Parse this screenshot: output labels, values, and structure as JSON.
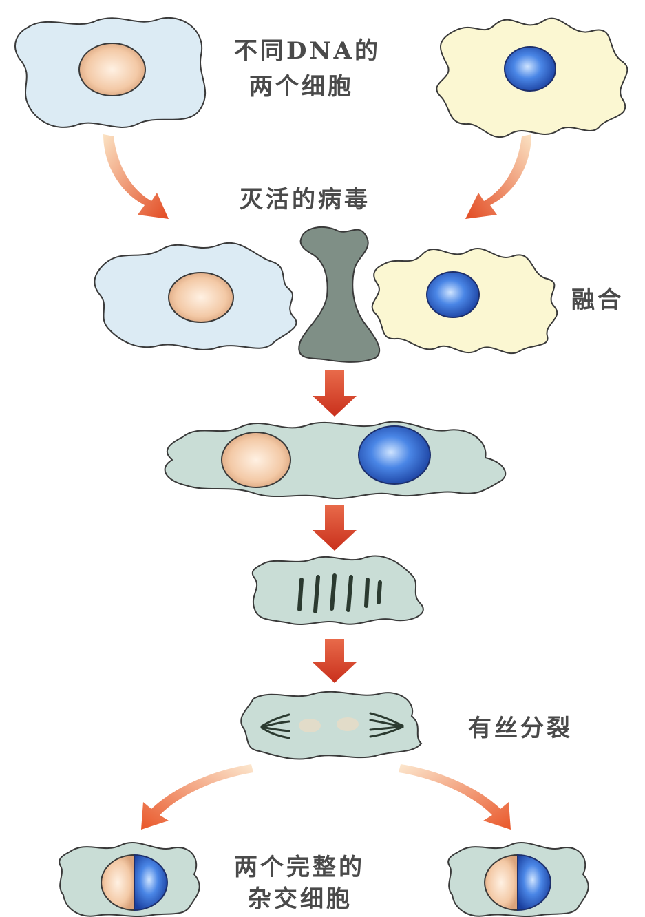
{
  "labels": {
    "two_cells_line1": "不同DNA的",
    "two_cells_line2": "两个细胞",
    "virus": "灭活的病毒",
    "fusion": "融合",
    "mitosis": "有丝分裂",
    "hybrid_line1": "两个完整的",
    "hybrid_line2": "杂交细胞"
  },
  "colors": {
    "cell_blue_fill": "#dcebf4",
    "cell_yellow_fill": "#fbf7d2",
    "cell_fused_fill": "#c9ddd6",
    "cell_outline": "#3a3a3a",
    "nucleus_peach": "#f3c9a6",
    "nucleus_blue": "#2a5fc9",
    "virus_fill": "#7f8f86",
    "arrow_red": "#d9462a",
    "arrow_orange": "#f08a3a",
    "chromosome": "#2b3a30"
  }
}
